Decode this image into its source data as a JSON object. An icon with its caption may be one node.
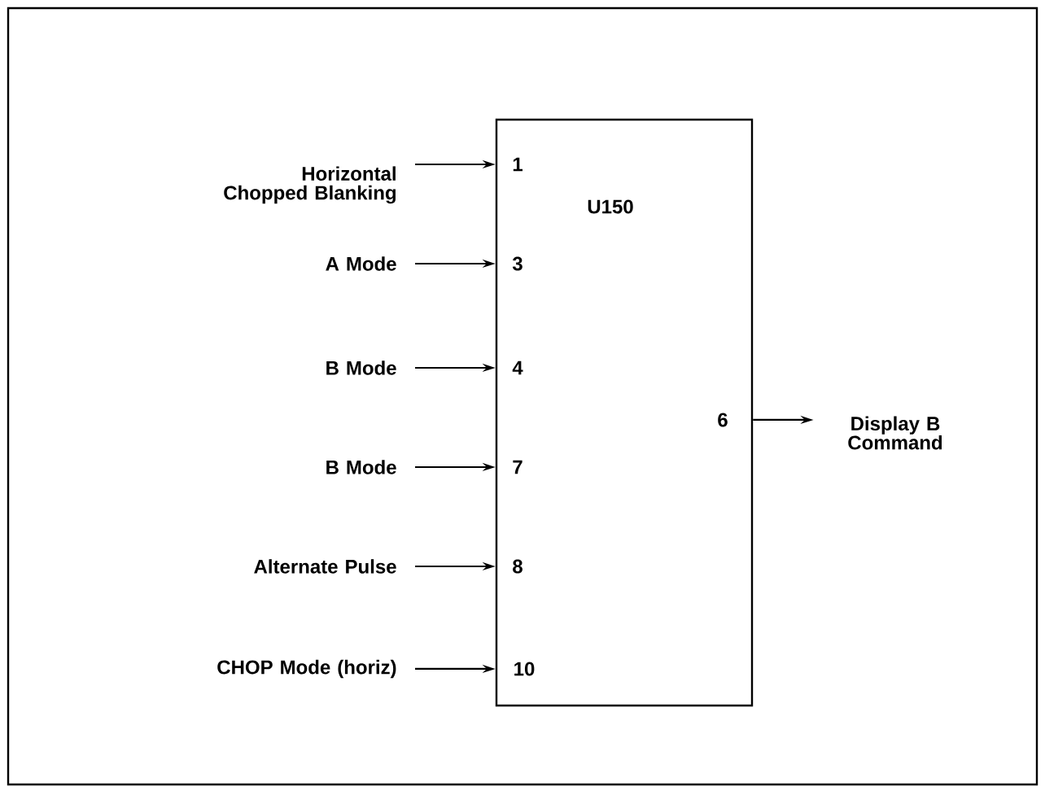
{
  "diagram": {
    "nodes": [
      {
        "text": [
          "U150"
        ]
      },
      {
        "text": [
          "Horizontal Chopped Blanking"
        ]
      },
      {
        "text": [
          "A Mode"
        ]
      },
      {
        "text": [
          "B Mode"
        ]
      },
      {
        "text": [
          "B Mode"
        ]
      },
      {
        "text": [
          "Alternate Pulse"
        ]
      },
      {
        "text": [
          "CHOP Mode (horiz)"
        ]
      },
      {
        "text": [
          "Display B Command"
        ]
      }
    ],
    "edges": [
      {
        "from": 1,
        "to": 0,
        "arrow": "to"
      },
      {
        "from": 2,
        "to": 0,
        "arrow": "to"
      },
      {
        "from": 3,
        "to": 0,
        "arrow": "to"
      },
      {
        "from": 4,
        "to": 0,
        "arrow": "to"
      },
      {
        "from": 5,
        "to": 0,
        "arrow": "to"
      },
      {
        "from": 6,
        "to": 0,
        "arrow": "to"
      },
      {
        "from": 0,
        "to": 7,
        "arrow": "to"
      }
    ],
    "labels": [
      "1",
      "3",
      "4",
      "6",
      "7",
      "8",
      "10"
    ]
  }
}
